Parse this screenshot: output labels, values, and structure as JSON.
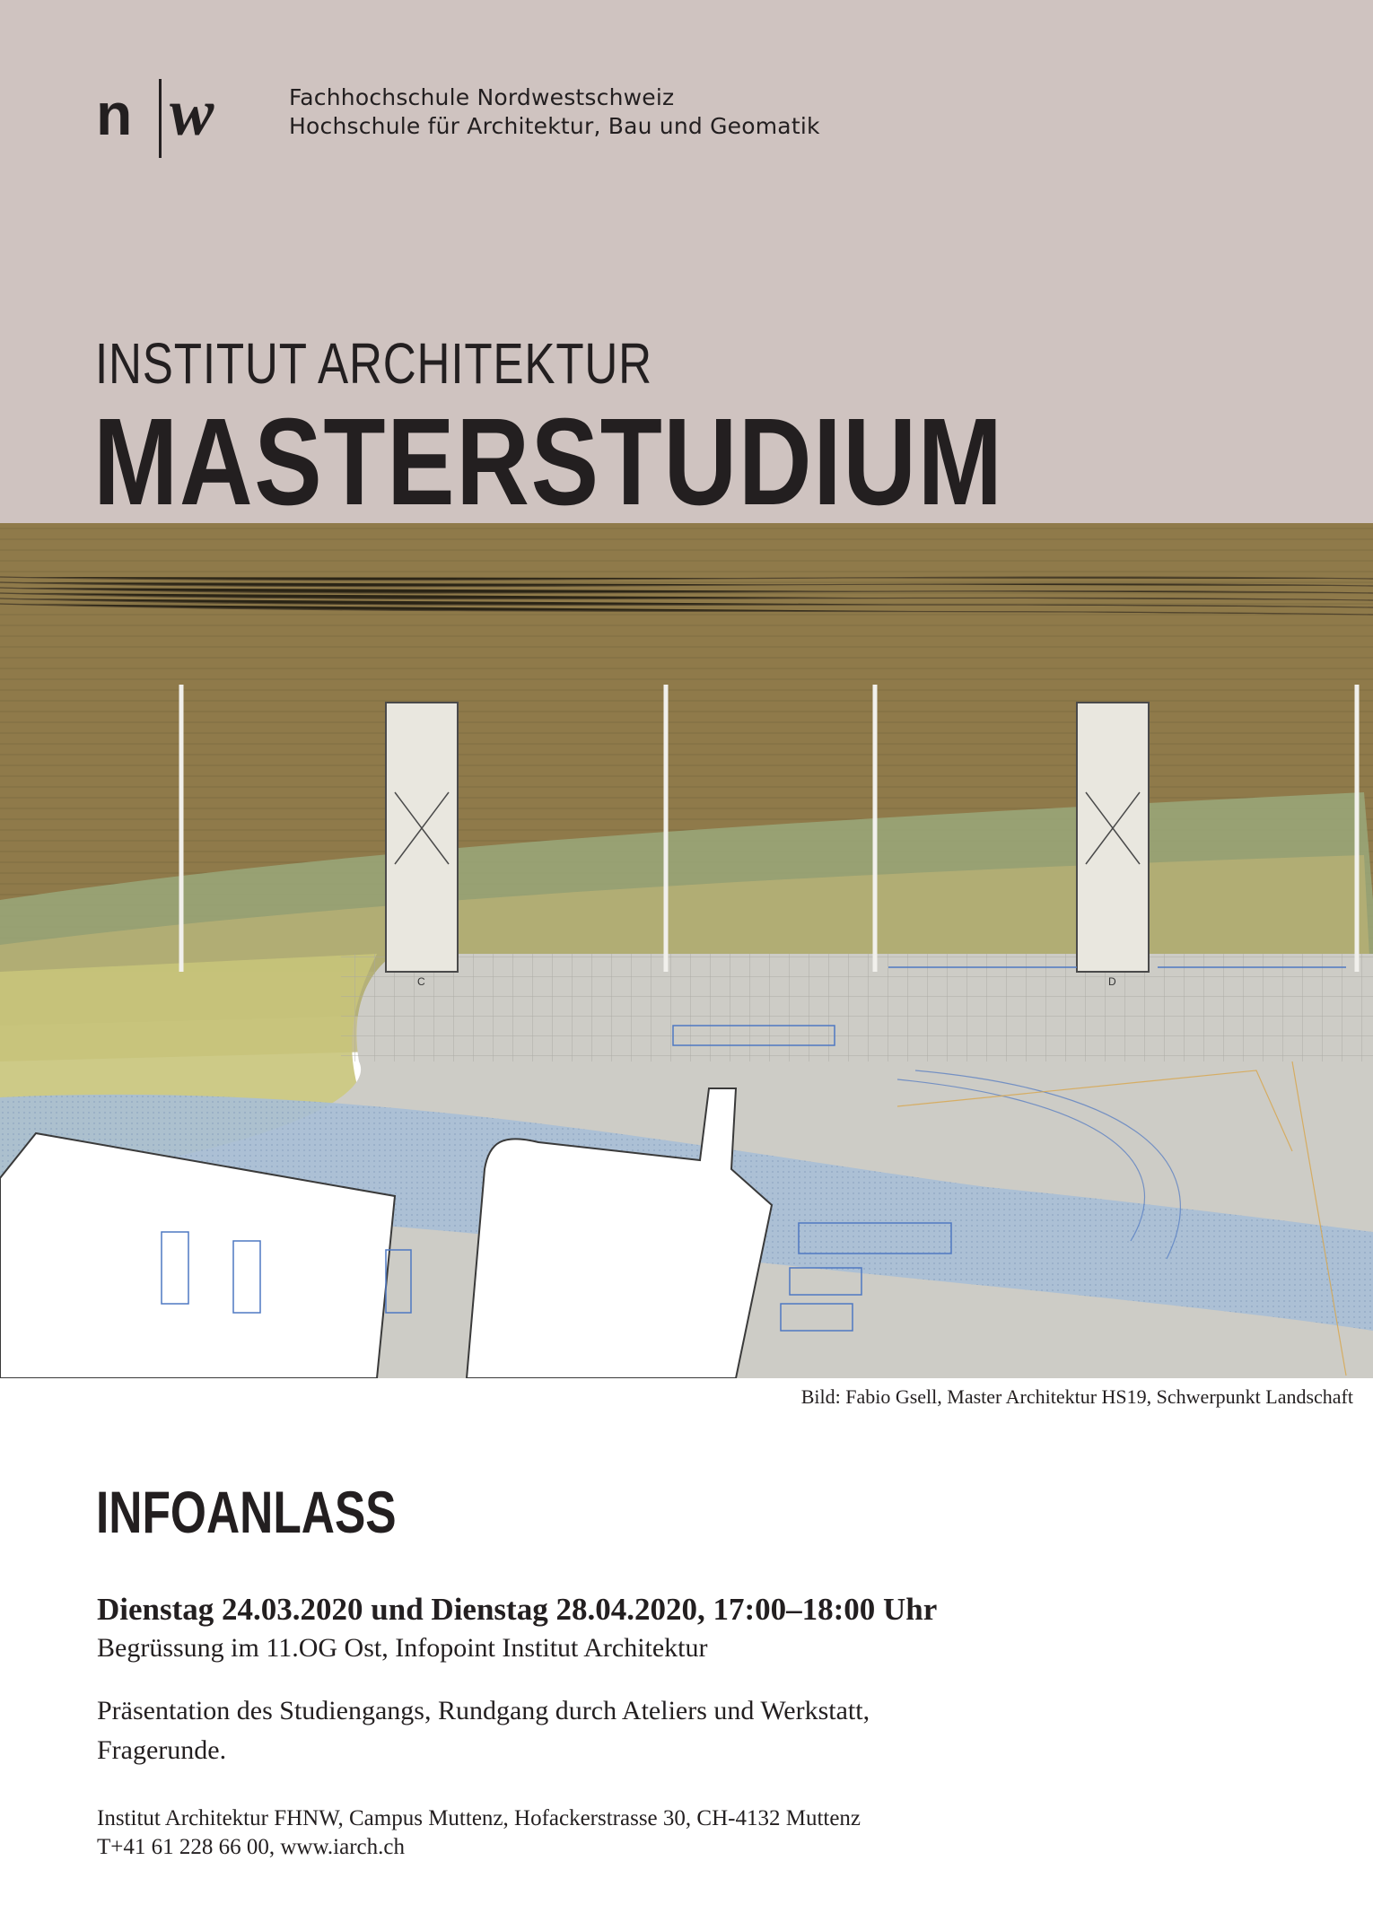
{
  "header": {
    "logo_text": "n|w",
    "org_line1": "Fachhochschule Nordwestschweiz",
    "org_line2": "Hochschule für Architektur, Bau und Geomatik"
  },
  "title": {
    "institute": "INSTITUT ARCHITEKTUR",
    "program": "MASTERSTUDIUM"
  },
  "image": {
    "label_c": "C",
    "label_d": "D",
    "credit": "Bild: Fabio Gsell, Master Architektur HS19, Schwerpunkt Landschaft"
  },
  "event": {
    "heading": "INFOANLASS",
    "date": "Dienstag 24.03.2020 und Dienstag 28.04.2020, 17:00–18:00 Uhr",
    "welcome": "Begrüssung im 11.OG Ost, Infopoint Institut Architektur",
    "presentation_line1": "Präsentation des Studiengangs, Rundgang durch Ateliers und Werkstatt,",
    "presentation_line2": "Fragerunde."
  },
  "contact": {
    "address": "Institut Architektur FHNW, Campus Muttenz, Hofackerstrasse 30, CH-4132 Muttenz",
    "phone_web": "T+41 61 228 66 00, www.iarch.ch"
  },
  "colors": {
    "header_bg": "#cfc3c0",
    "field_brown": "#8f7a4a",
    "field_green": "#9aa87a",
    "plaza_grey": "#cdccc6",
    "water_blue": "#a9bfd6",
    "text_dark": "#231f20"
  }
}
